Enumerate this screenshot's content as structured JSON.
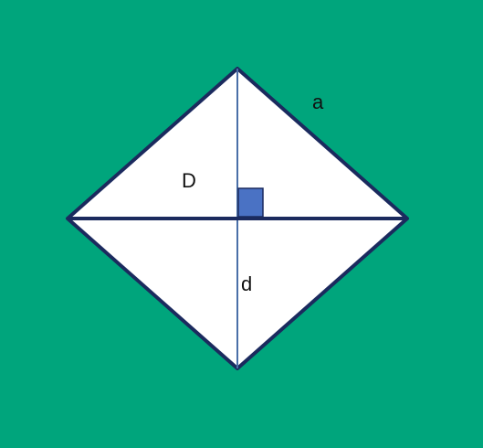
{
  "diagram": {
    "colors": {
      "background": "#00a57c",
      "shape_fill": "#ffffff",
      "outline": "#1b2a5e",
      "vertical_diagonal": "#4a6fa8",
      "right_angle_marker": "#4a72c4"
    },
    "labels": {
      "side": "a",
      "long_diagonal": "D",
      "short_diagonal": "d"
    }
  }
}
